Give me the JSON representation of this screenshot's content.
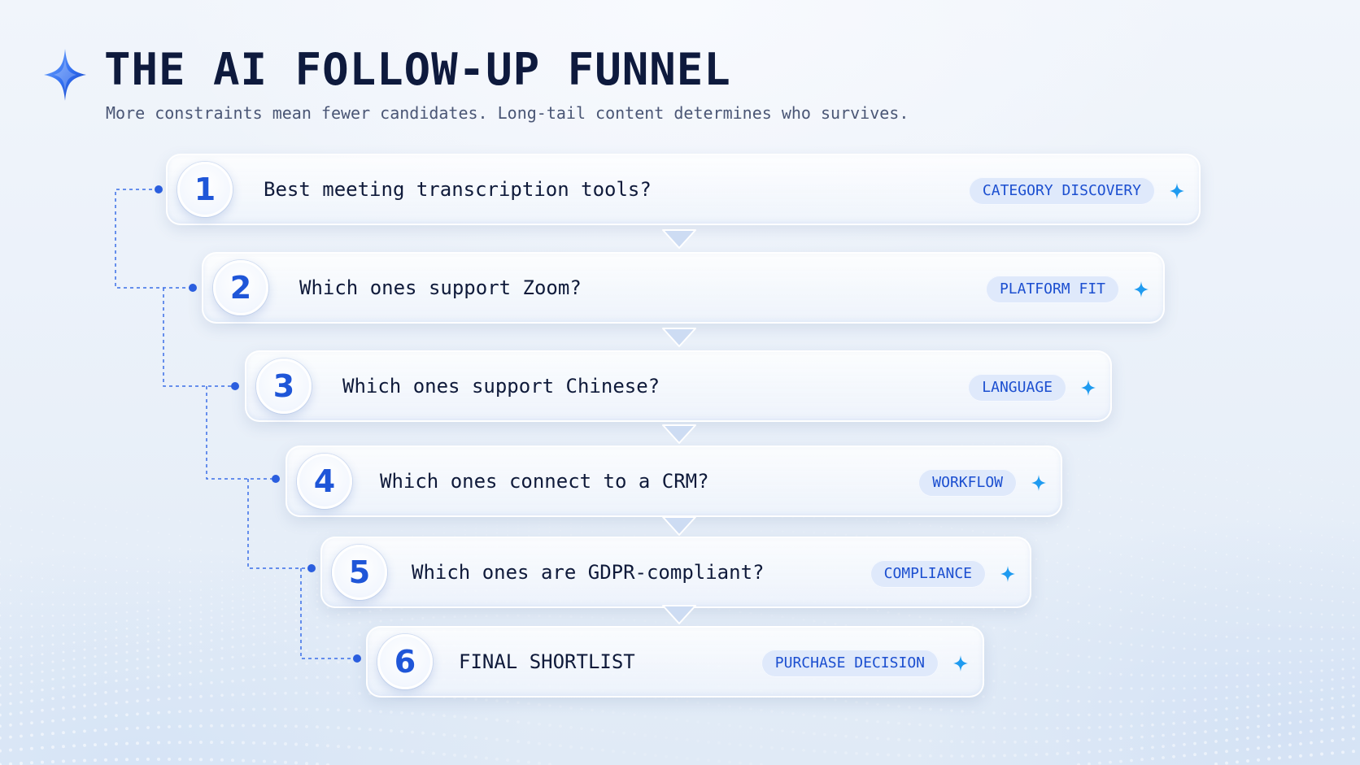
{
  "title": "THE AI FOLLOW-UP FUNNEL",
  "subtitle": "More constraints mean fewer candidates. Long-tail content determines who survives.",
  "colors": {
    "accent": "#1f56d8",
    "tag_bg": "#dfe9fb",
    "title": "#0e1a3d"
  },
  "steps": [
    {
      "number": "1",
      "question": "Best meeting transcription tools?",
      "tag": "CATEGORY DISCOVERY"
    },
    {
      "number": "2",
      "question": "Which ones support Zoom?",
      "tag": "PLATFORM FIT"
    },
    {
      "number": "3",
      "question": "Which ones support Chinese?",
      "tag": "LANGUAGE"
    },
    {
      "number": "4",
      "question": "Which ones connect to a CRM?",
      "tag": "WORKFLOW"
    },
    {
      "number": "5",
      "question": "Which ones are GDPR-compliant?",
      "tag": "COMPLIANCE"
    },
    {
      "number": "6",
      "question": "FINAL SHORTLIST",
      "tag": "PURCHASE DECISION"
    }
  ]
}
